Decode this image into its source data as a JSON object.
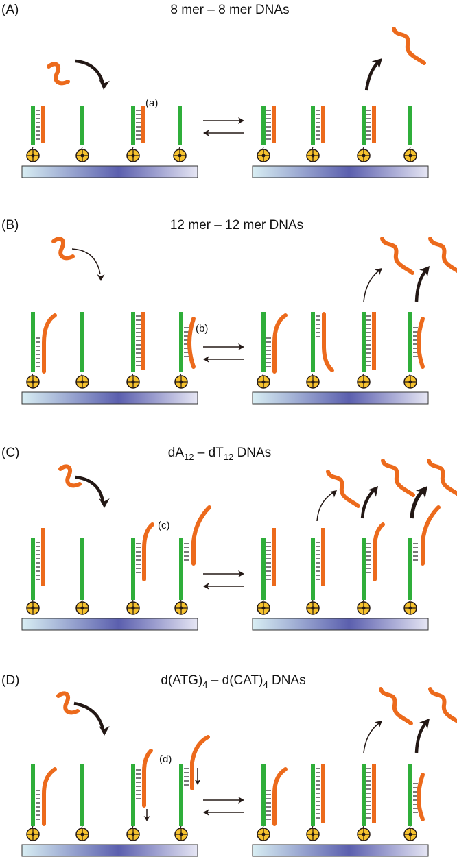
{
  "colors": {
    "probe": "#2fae3a",
    "target": "#ec6a1c",
    "arrow": "#231815",
    "anchor_fill": "#f6c22e",
    "anchor_stroke": "#231815",
    "substrate_light": "#d8eef3",
    "substrate_mid": "#5b5fae",
    "substrate_dark": "#e6e6f4"
  },
  "panels": [
    {
      "label": "(A)",
      "title_main": "8 mer – 8 mer DNAs",
      "title_parts": [],
      "site_label": "(a)"
    },
    {
      "label": "(B)",
      "title_main": "12 mer – 12 mer DNAs",
      "title_parts": [],
      "site_label": "(b)"
    },
    {
      "label": "(C)",
      "title_main": "",
      "title_parts": [
        {
          "text": "dA",
          "sub": false
        },
        {
          "text": "12",
          "sub": true
        },
        {
          "text": " – dT",
          "sub": false
        },
        {
          "text": "12",
          "sub": true
        },
        {
          "text": " DNAs",
          "sub": false
        }
      ],
      "site_label": "(c)"
    },
    {
      "label": "(D)",
      "title_main": "",
      "title_parts": [
        {
          "text": "d(ATG)",
          "sub": false
        },
        {
          "text": "4",
          "sub": true
        },
        {
          "text": " – d(CAT)",
          "sub": false
        },
        {
          "text": "4",
          "sub": true
        },
        {
          "text": " DNAs",
          "sub": false
        }
      ],
      "site_label": "(d)"
    }
  ]
}
